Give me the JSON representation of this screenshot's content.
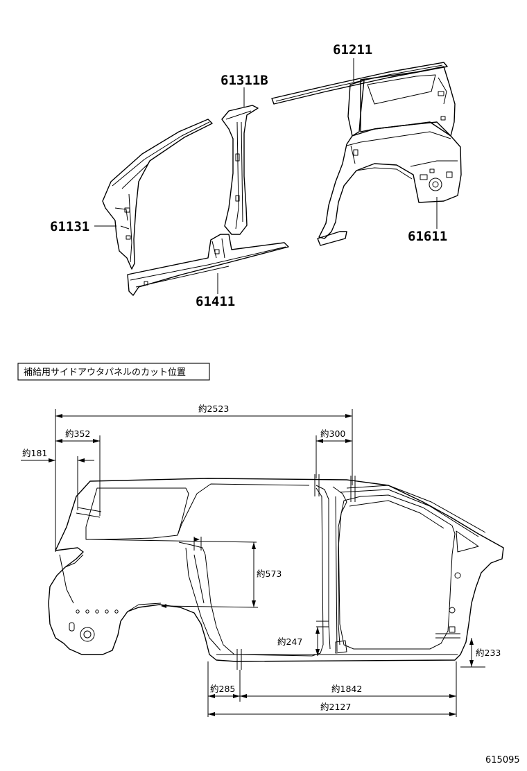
{
  "parts": {
    "p61211": "61211",
    "p61311b": "61311B",
    "p61131": "61131",
    "p61611": "61611",
    "p61411": "61411"
  },
  "section": {
    "title": "補給用サイドアウタパネルのカット位置"
  },
  "dimensions": {
    "d2523": "約2523",
    "d352": "約352",
    "d300": "約300",
    "d181": "約181",
    "d573": "約573",
    "d247": "約247",
    "d233": "約233",
    "d285": "約285",
    "d1842": "約1842",
    "d2127": "約2127"
  },
  "footer": {
    "code": "615095"
  },
  "icons": {
    "dimension_arrow": "filled-triangle"
  }
}
